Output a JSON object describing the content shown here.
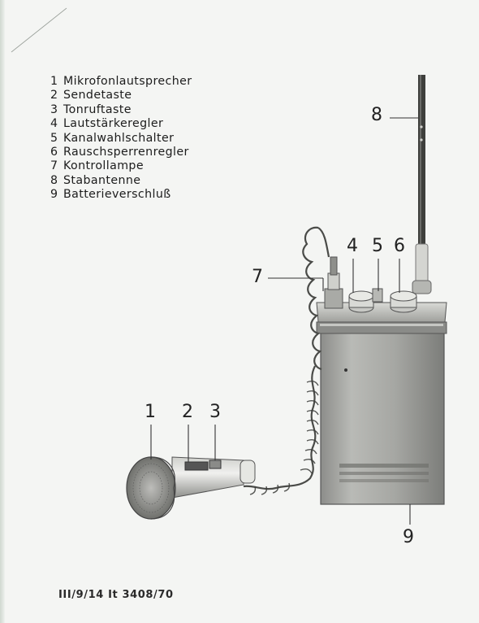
{
  "legend": [
    {
      "num": "1",
      "label": "Mikrofonlautsprecher"
    },
    {
      "num": "2",
      "label": "Sendetaste"
    },
    {
      "num": "3",
      "label": "Tonruftaste"
    },
    {
      "num": "4",
      "label": "Lautstärkeregler"
    },
    {
      "num": "5",
      "label": "Kanalwahlschalter"
    },
    {
      "num": "6",
      "label": "Rauschsperrenregler"
    },
    {
      "num": "7",
      "label": "Kontrollampe"
    },
    {
      "num": "8",
      "label": "Stabantenne"
    },
    {
      "num": "9",
      "label": "Batterieverschluß"
    }
  ],
  "callouts": {
    "c1": "1",
    "c2": "2",
    "c3": "3",
    "c4": "4",
    "c5": "5",
    "c6": "6",
    "c7": "7",
    "c8": "8",
    "c9": "9"
  },
  "footer": "III/9/14   It  3408/70"
}
